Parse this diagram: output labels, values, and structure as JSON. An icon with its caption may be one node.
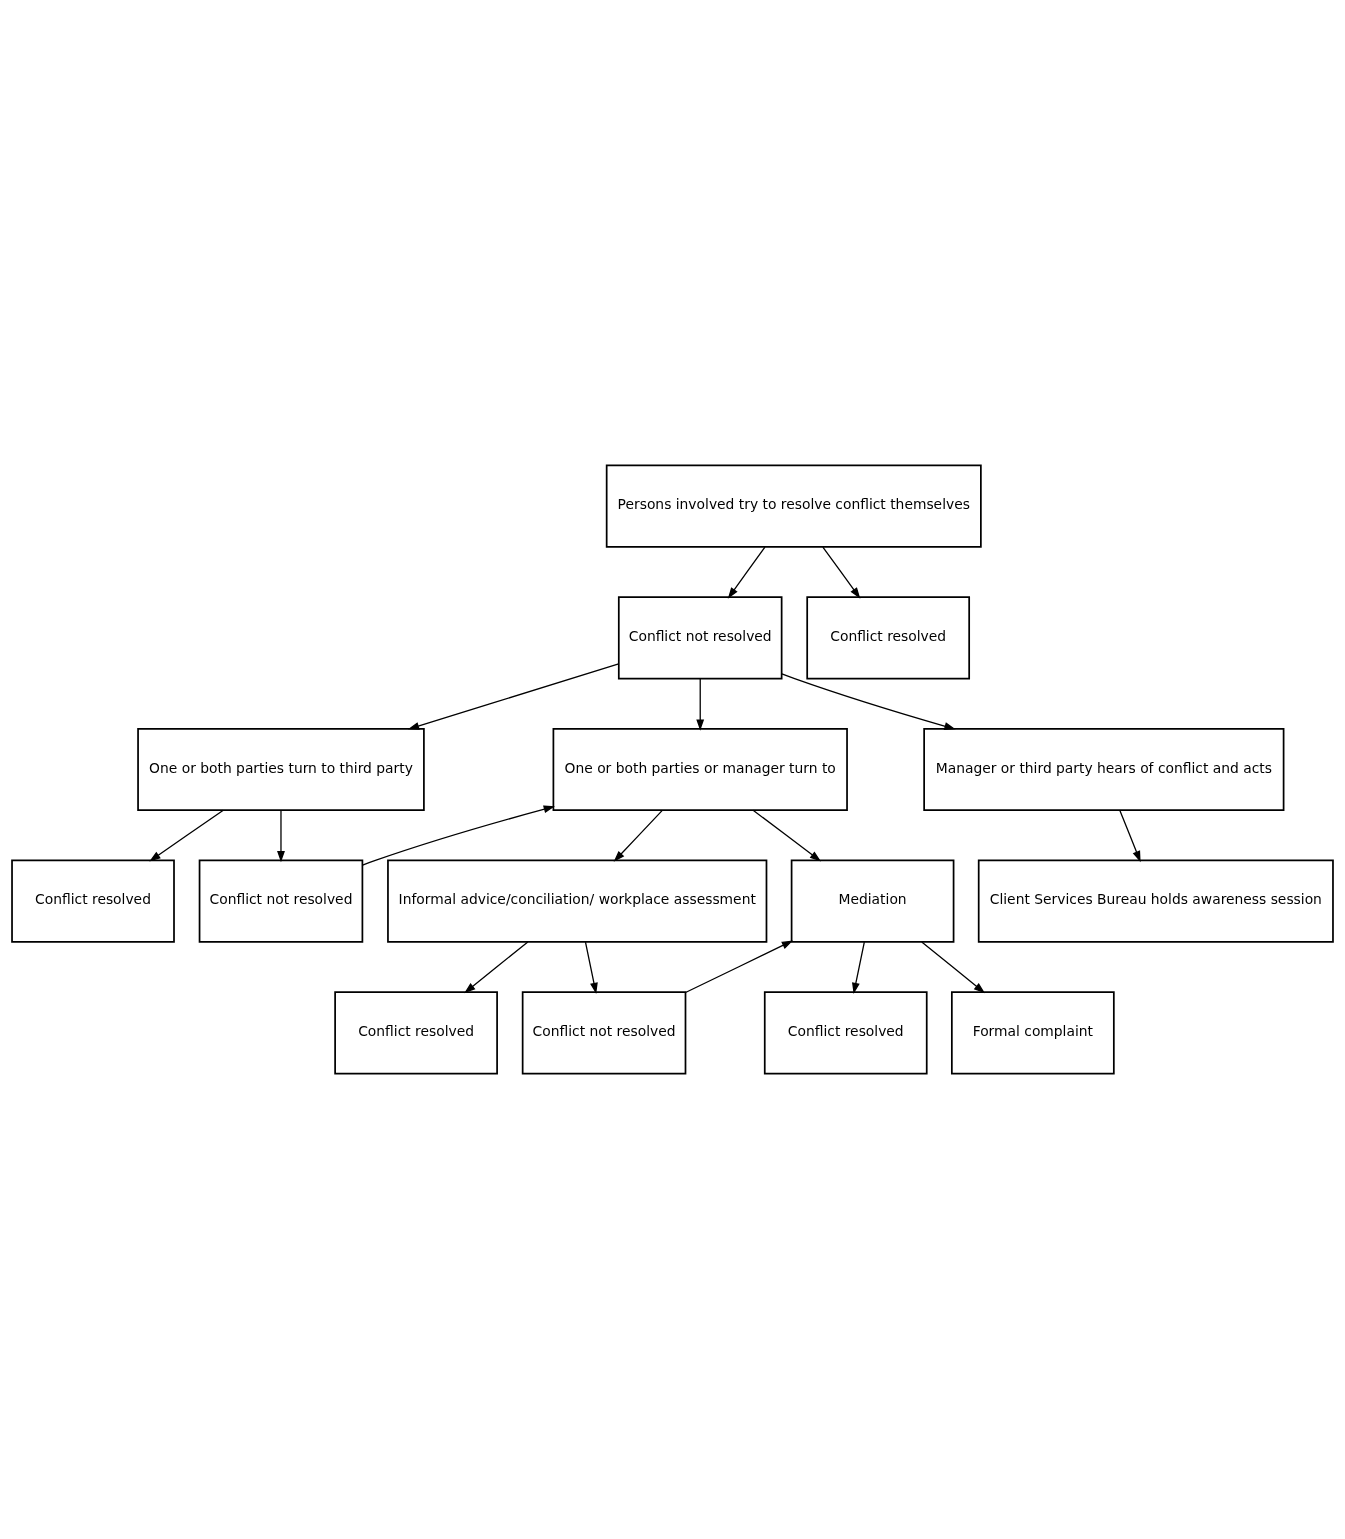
{
  "diagram": {
    "nodes": [
      {
        "text": [
          "Persons involved try to resolve conflict themselves"
        ]
      },
      {
        "text": [
          "Conflict not resolved"
        ]
      },
      {
        "text": [
          "Conflict resolved"
        ]
      },
      {
        "text": [
          "One or both parties turn to third party"
        ]
      },
      {
        "text": [
          "One or both parties or manager turn to"
        ]
      },
      {
        "text": [
          "Manager or third party hears of conflict and acts"
        ]
      },
      {
        "text": [
          "Client Services Bureau holds awareness session"
        ]
      },
      {
        "text": [
          "Conflict resolved"
        ]
      },
      {
        "text": [
          "Conflict not resolved"
        ]
      },
      {
        "text": [
          "Informal advice/conciliation/ workplace assessment"
        ]
      },
      {
        "text": [
          "Mediation"
        ]
      },
      {
        "text": [
          "Conflict resolved"
        ]
      },
      {
        "text": [
          "Conflict not resolved"
        ]
      },
      {
        "text": [
          "Conflict resolved"
        ]
      },
      {
        "text": [
          "Formal complaint"
        ]
      }
    ],
    "edges": [
      {
        "from": 0,
        "to": 1,
        "arrow": "to"
      },
      {
        "from": 0,
        "to": 2,
        "arrow": "to"
      },
      {
        "from": 1,
        "to": 3,
        "arrow": "to"
      },
      {
        "from": 1,
        "to": 4,
        "arrow": "to"
      },
      {
        "from": 1,
        "to": 5,
        "arrow": "to"
      },
      {
        "from": 5,
        "to": 6,
        "arrow": "to"
      },
      {
        "from": 3,
        "to": 7,
        "arrow": "to"
      },
      {
        "from": 3,
        "to": 8,
        "arrow": "to"
      },
      {
        "from": 8,
        "to": 4,
        "arrow": "to"
      },
      {
        "from": 4,
        "to": 9,
        "arrow": "to"
      },
      {
        "from": 4,
        "to": 10,
        "arrow": "to"
      },
      {
        "from": 9,
        "to": 11,
        "arrow": "to"
      },
      {
        "from": 9,
        "to": 12,
        "arrow": "to"
      },
      {
        "from": 12,
        "to": 10,
        "arrow": "to"
      },
      {
        "from": 10,
        "to": 13,
        "arrow": "to"
      },
      {
        "from": 10,
        "to": 14,
        "arrow": "to"
      }
    ]
  }
}
